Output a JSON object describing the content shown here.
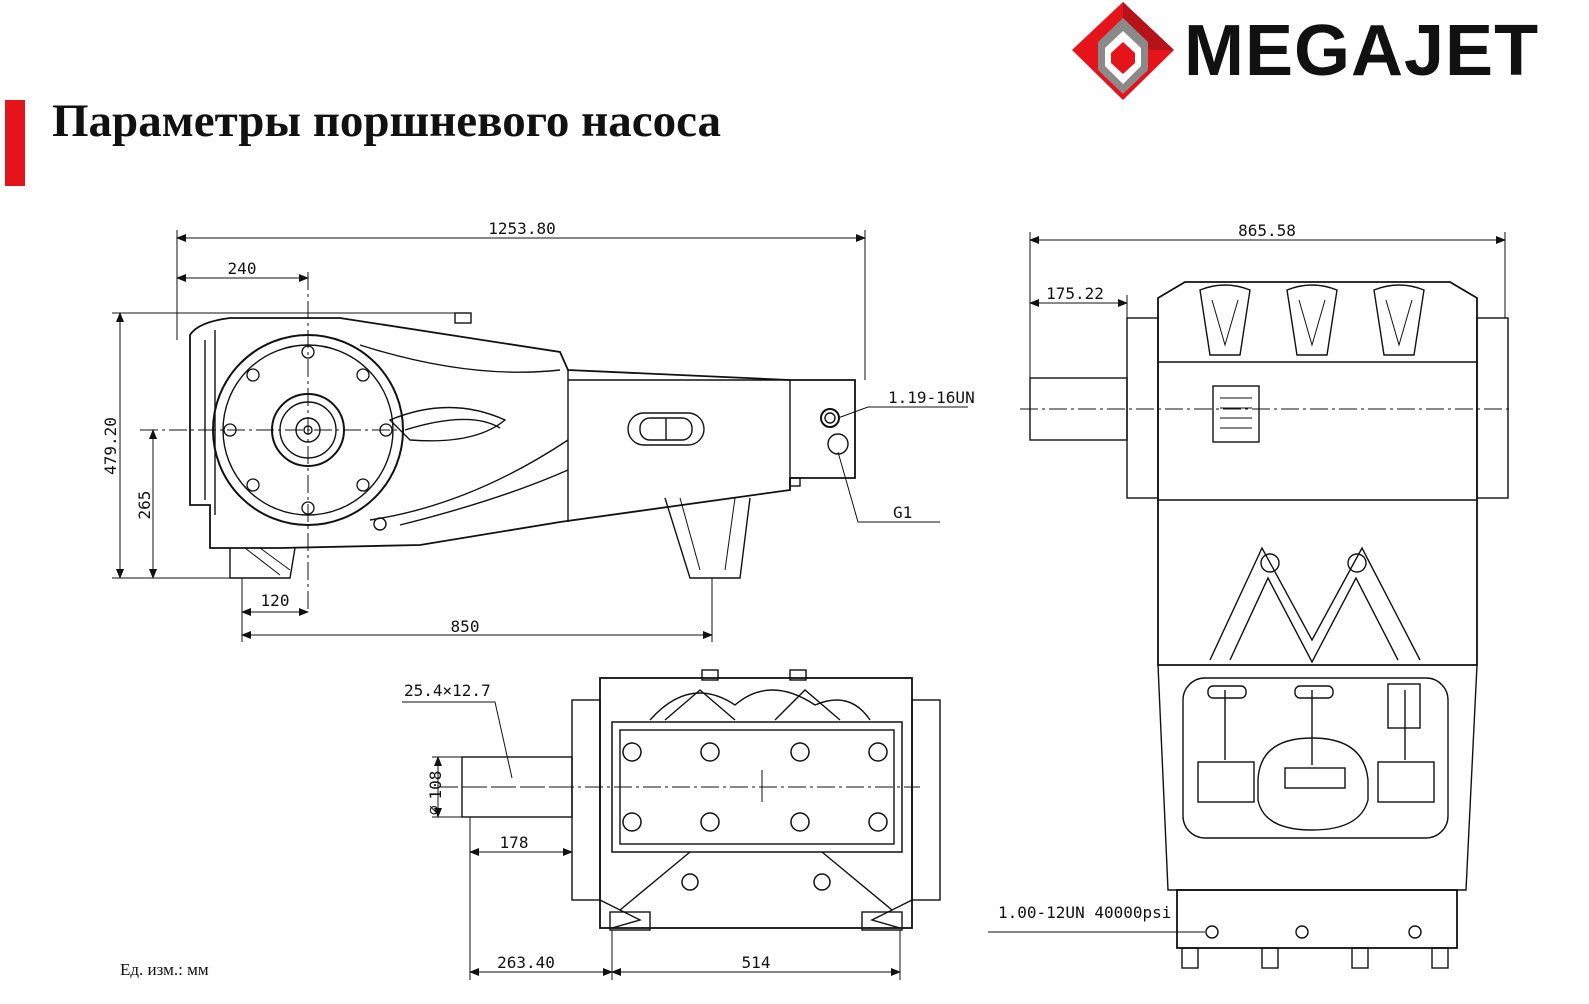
{
  "brand": {
    "name": "MEGAJET",
    "colors": {
      "red": "#e5141b",
      "dark_red": "#9c1014",
      "grey": "#8a8a8a"
    }
  },
  "title": "Параметры поршневого насоса",
  "units_note": "Ед. изм.: мм",
  "side_view": {
    "dims": {
      "overall_length": "1253.80",
      "shaft_offset": "240",
      "height": "479.20",
      "shaft_height": "265",
      "foot_offset": "120",
      "foot_span": "850"
    },
    "callouts": {
      "outlet_thread": "1.19-16UN",
      "inlet": "G1"
    }
  },
  "front_view": {
    "dims": {
      "keyway": "25.4×12.7",
      "shaft_dia": "108",
      "shaft_length": "178",
      "base_offset": "263.40",
      "base_width": "514"
    }
  },
  "top_view": {
    "dims": {
      "overall_length": "865.58",
      "shaft_offset": "175.22"
    },
    "callouts": {
      "discharge": "1.00-12UN 40000psi"
    }
  }
}
